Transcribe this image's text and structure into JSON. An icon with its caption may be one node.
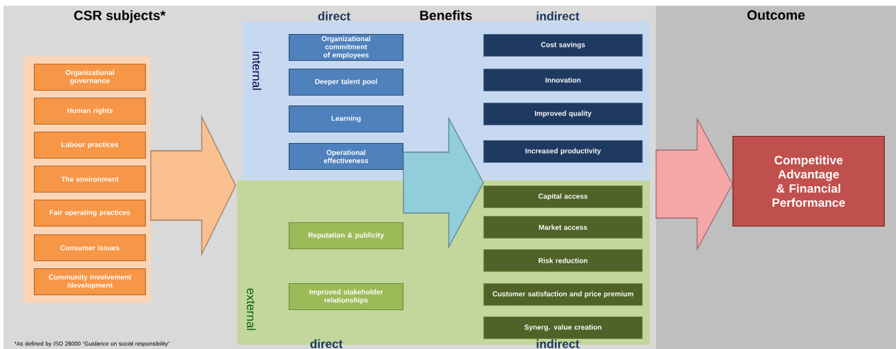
{
  "diagram": {
    "nodes": [
      {
        "text": [
          "CSR subjects*"
        ]
      },
      {
        "text": [],
        "shape": "box",
        "in": 0
      },
      {
        "text": [
          "Organizational governance"
        ],
        "in": 1
      },
      {
        "text": [
          "Human rights"
        ],
        "in": 1
      },
      {
        "text": [
          "Labour practices"
        ],
        "in": 1
      },
      {
        "text": [
          "The environment"
        ],
        "in": 1
      },
      {
        "text": [
          "Fair operating practices"
        ],
        "in": 1
      },
      {
        "text": [
          "Consumer issues"
        ],
        "in": 1
      },
      {
        "text": [
          "Community involvement /development"
        ],
        "in": 1
      },
      {
        "text": [
          "Benefits"
        ]
      },
      {
        "text": [
          "internal"
        ],
        "in": 9
      },
      {
        "text": [
          "Organizational commitment of employees"
        ],
        "in": 10
      },
      {
        "text": [
          "Deeper talent pool"
        ],
        "in": 10
      },
      {
        "text": [
          "Learning"
        ],
        "in": 10
      },
      {
        "text": [
          "Operational effectiveness"
        ],
        "in": 10
      },
      {
        "text": [
          "Cost savings"
        ],
        "in": 10
      },
      {
        "text": [
          "Innovation"
        ],
        "in": 10
      },
      {
        "text": [
          "Improved quality"
        ],
        "in": 10
      },
      {
        "text": [
          "Increased productivity"
        ],
        "in": 10
      },
      {
        "text": [
          "external"
        ],
        "in": 9
      },
      {
        "text": [
          "Reputation & publicity"
        ],
        "in": 19
      },
      {
        "text": [
          "Improved stakeholder relationships"
        ],
        "in": 19
      },
      {
        "text": [
          "Capital access"
        ],
        "in": 19
      },
      {
        "text": [
          "Market access"
        ],
        "in": 19
      },
      {
        "text": [
          "Risk reduction"
        ],
        "in": 19
      },
      {
        "text": [
          "Customer satisfaction and price premium"
        ],
        "in": 19
      },
      {
        "text": [
          "Synerg. value creation"
        ],
        "in": 19
      },
      {
        "text": [
          "Outcome"
        ]
      },
      {
        "text": [
          "Competitive Advantage & Financial Performance"
        ],
        "in": 27
      }
    ],
    "edges": [
      {
        "from": 1,
        "to": 9,
        "arrow": "to",
        "color": "#fac090"
      },
      {
        "from": 14,
        "to": 22,
        "arrow": "to",
        "color": "#92cddc"
      },
      {
        "from": 9,
        "to": 28,
        "arrow": "to",
        "color": "#f4a6a9"
      }
    ],
    "labels": [
      "direct",
      "indirect",
      "direct",
      "indirect",
      "*As defined by ISO 26000 “Guidance on social responsibility”"
    ]
  }
}
